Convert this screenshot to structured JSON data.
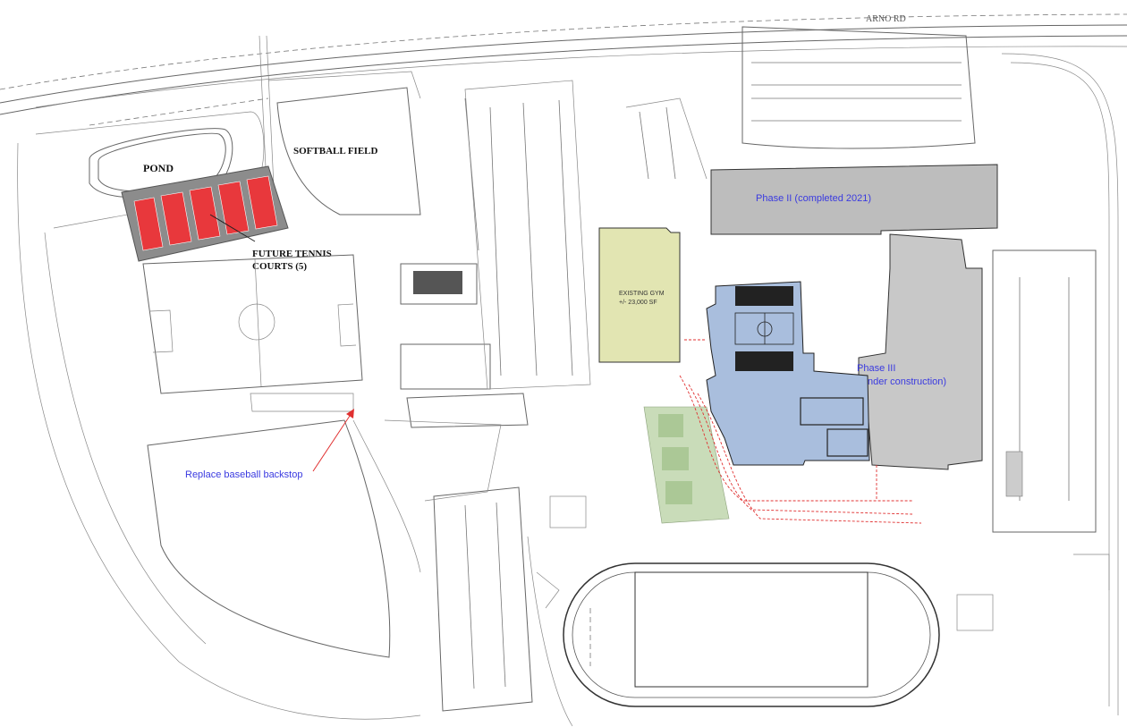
{
  "labels": {
    "road": "ARNO RD",
    "pond": "POND",
    "softball": "SOFTBALL  FIELD",
    "tennis_line1": "FUTURE  TENNIS",
    "tennis_line2": "COURTS  (5)",
    "phase2": "Phase II (completed 2021)",
    "phase3_line1": "Phase III",
    "phase3_line2": "(currently under construction)",
    "gym_line1": "EXISTING GYM",
    "gym_line2": "+/- 23,000 SF",
    "backstop": "Replace baseball backstop"
  },
  "colors": {
    "tennis_court": "#e8383c",
    "tennis_pad": "#8c8c8c",
    "phase2_fill": "#bdbdbd",
    "phase3_fill": "#c8c8c8",
    "new_building": "#a9bedd",
    "gym_fill": "#e2e5b2",
    "green_area": "#c9dcb9",
    "annotation_blue": "#3a3ae0",
    "arrow_red": "#e03030"
  }
}
